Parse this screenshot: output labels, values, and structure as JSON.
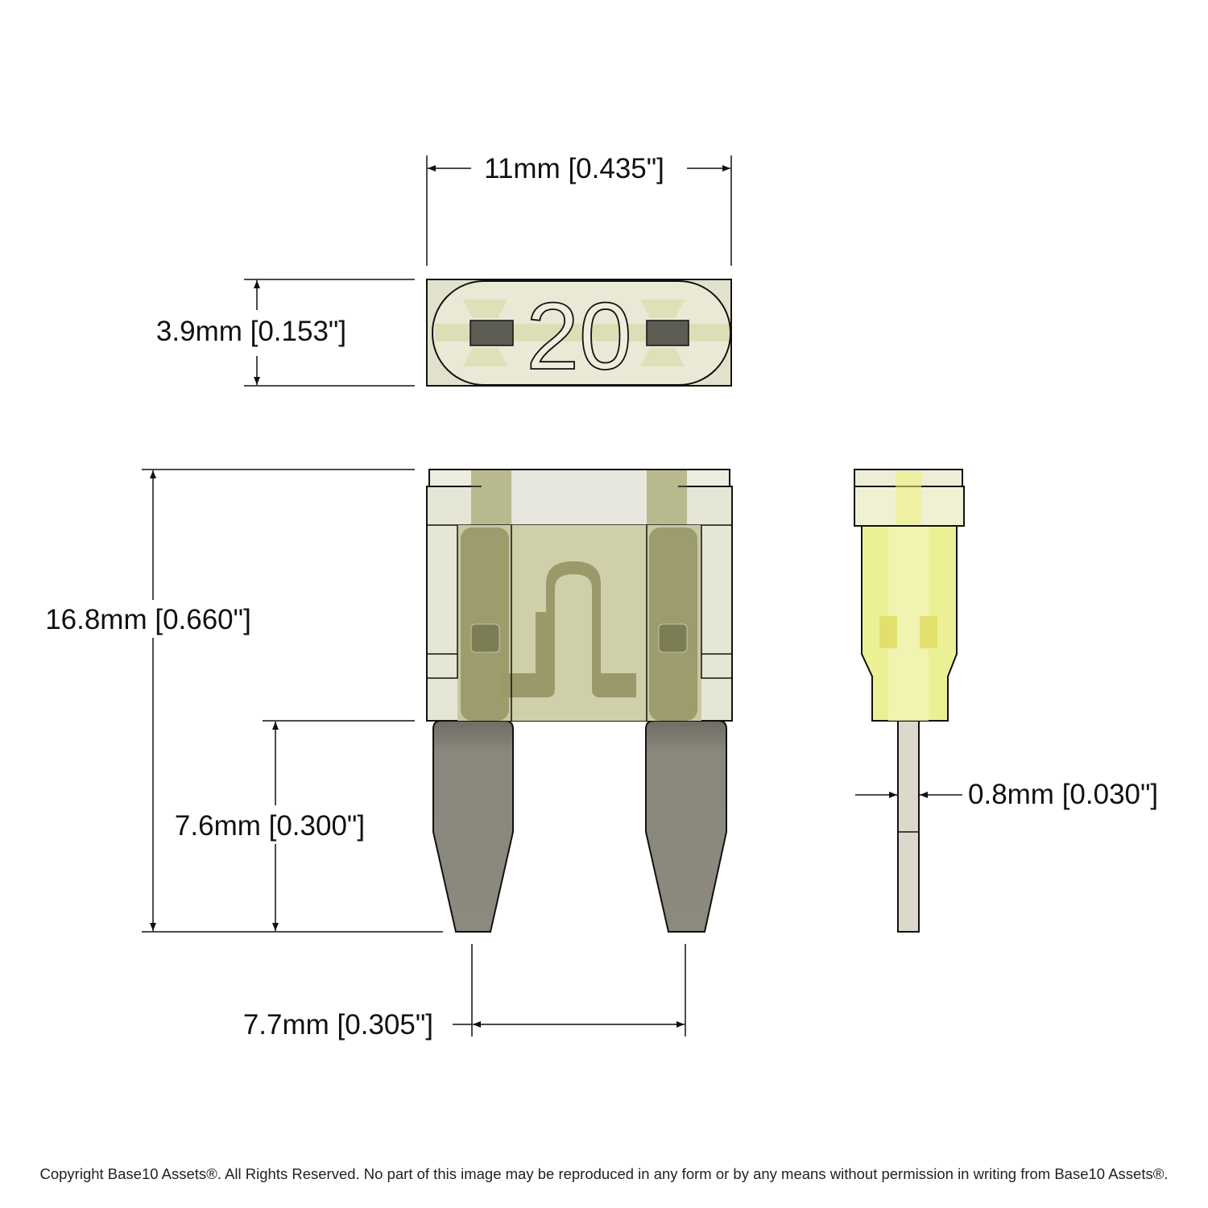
{
  "dimensions": {
    "width": "11mm [0.435\"]",
    "thickness": "3.9mm [0.153\"]",
    "overall_height": "16.8mm [0.660\"]",
    "blade_length": "7.6mm [0.300\"]",
    "blade_spacing": "7.7mm [0.305\"]",
    "blade_thickness": "0.8mm [0.030\"]"
  },
  "fuse": {
    "rating_label": "20",
    "body_color": "#e6e6d4",
    "element_color": "#9a9a68",
    "blade_color": "#8a877c",
    "side_tint": "#eef27a"
  },
  "footer": {
    "copyright": "Copyright Base10 Assets®.  All Rights Reserved. No part of this image may be reproduced in any form or by any means without permission in writing from Base10 Assets®."
  }
}
